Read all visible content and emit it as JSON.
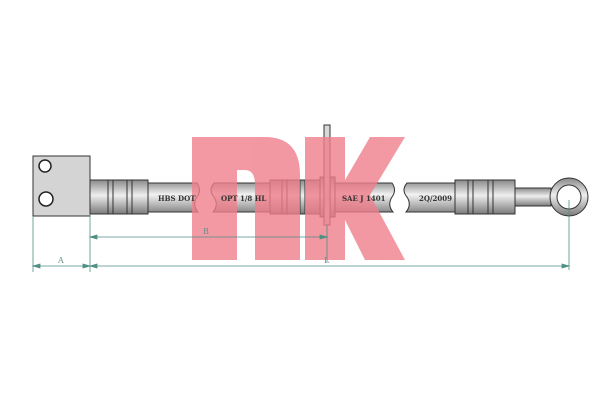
{
  "diagram": {
    "hose_markings": [
      "HBS DOT",
      "OPT 1/8 HL",
      "SAE J 1401",
      "2Q/2009"
    ],
    "dimensions": {
      "a": "A",
      "b": "B",
      "l": "L"
    },
    "logo": {
      "text": "nk",
      "color": "#f07f8c"
    },
    "colors": {
      "line": "#3a3a3a",
      "dimension": "#4f8f86",
      "metal": "#c8c8c8"
    }
  }
}
